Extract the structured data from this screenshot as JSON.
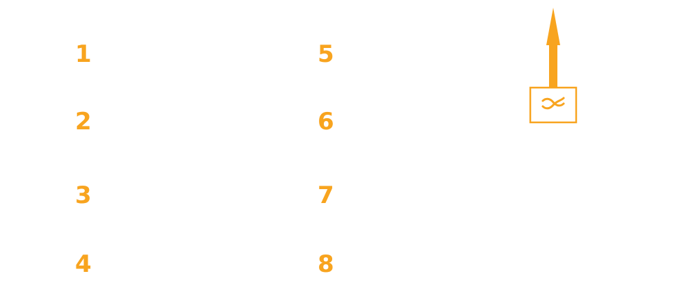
{
  "colors": {
    "accent": "#F8A41F",
    "background": "#ffffff"
  },
  "labels": {
    "n1": "1",
    "n2": "2",
    "n3": "3",
    "n4": "4",
    "n5": "5",
    "n6": "6",
    "n7": "7",
    "n8": "8"
  },
  "symbol": {
    "box_icon": "cutting-loop-icon",
    "arrow_direction": "up"
  }
}
